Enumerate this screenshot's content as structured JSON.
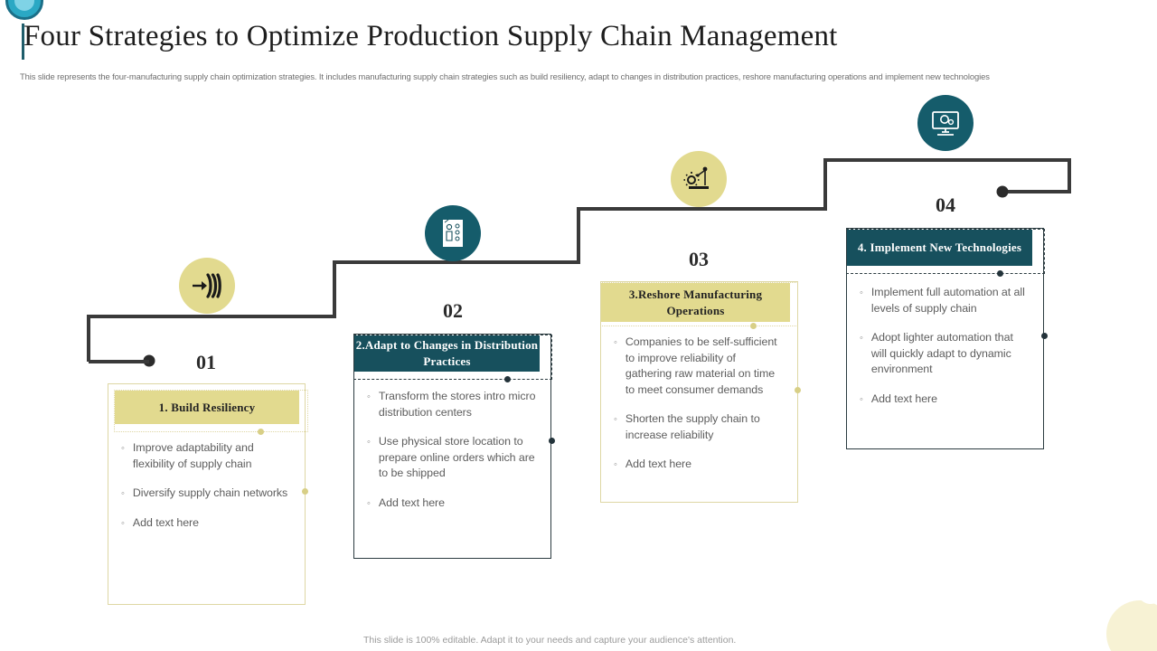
{
  "header": {
    "title": "Four Strategies to Optimize Production Supply Chain Management",
    "subtitle": "This slide represents the four-manufacturing supply chain optimization strategies. It includes manufacturing supply chain strategies such as build resiliency, adapt to  changes in distribution practices, reshore manufacturing operations and implement new technologies"
  },
  "colors": {
    "teal": "#17505d",
    "gold": "#e2da8f",
    "gold_border": "#ded7a4",
    "dark_line": "#3a3a3a",
    "body_text": "#5d5d5d",
    "logo_blue": "#2aa8c4"
  },
  "steps": [
    {
      "number": "01",
      "icon_name": "arrow-resilience-icon",
      "icon_style": "gold",
      "header": "1. Build Resiliency",
      "header_style": "gold",
      "bullets": [
        "Improve  adaptability and flexibility  of supply chain",
        "Diversify supply chain networks",
        "Add text here"
      ]
    },
    {
      "number": "02",
      "icon_name": "distribution-document-icon",
      "icon_style": "teal",
      "header": "2.Adapt  to  Changes  in Distribution  Practices",
      "header_style": "teal",
      "bullets": [
        "Transform the stores intro micro distribution centers",
        "Use physical store location to prepare online orders which are to be shipped",
        "Add text here"
      ]
    },
    {
      "number": "03",
      "icon_name": "growth-gear-icon",
      "icon_style": "gold",
      "header": "3.Reshore Manufacturing  Operations",
      "header_style": "gold",
      "bullets": [
        "Companies to be self-sufficient to improve reliability  of gathering  raw material on time to meet consumer demands",
        "Shorten the supply chain to increase reliability",
        "Add text here"
      ]
    },
    {
      "number": "04",
      "icon_name": "monitor-automation-icon",
      "icon_style": "teal",
      "header": "4. Implement New Technologies",
      "header_style": "teal",
      "bullets": [
        "Implement full automation at all levels of supply chain",
        "Adopt lighter automation that will quickly adapt to dynamic environment",
        "Add text here"
      ]
    }
  ],
  "footer": {
    "note": "This slide is 100% editable. Adapt it to your needs and capture your audience's attention."
  }
}
